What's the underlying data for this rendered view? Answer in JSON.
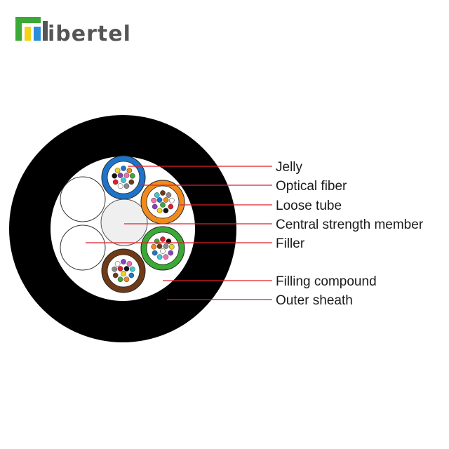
{
  "brand": {
    "name": "ibertel",
    "colors": {
      "green": "#3aa935",
      "yellow": "#f2d31b",
      "blue": "#2a8fd8",
      "text": "#555555"
    }
  },
  "diagram": {
    "labels": [
      {
        "id": "jelly",
        "text": "Jelly"
      },
      {
        "id": "optical-fiber",
        "text": "Optical fiber"
      },
      {
        "id": "loose-tube",
        "text": "Loose tube"
      },
      {
        "id": "central-strength-member",
        "text": "Central strength member"
      },
      {
        "id": "filler",
        "text": "Filler"
      },
      {
        "id": "filling-compound",
        "text": "Filling compound"
      },
      {
        "id": "outer-sheath",
        "text": "Outer sheath"
      }
    ],
    "leader_color": "#e11f2a",
    "sheath_color": "#000000",
    "tube_colors": [
      "#1f74c9",
      "#f08a1e",
      "#3aa935",
      "#6e3a17"
    ],
    "fiber_colors": [
      "#1f74c9",
      "#f08a1e",
      "#3aa935",
      "#6e3a17",
      "#8a8a8a",
      "#ffffff",
      "#e11f2a",
      "#111111",
      "#f2d31b",
      "#8a3fc0",
      "#f06fb3",
      "#3fc7d8"
    ]
  }
}
